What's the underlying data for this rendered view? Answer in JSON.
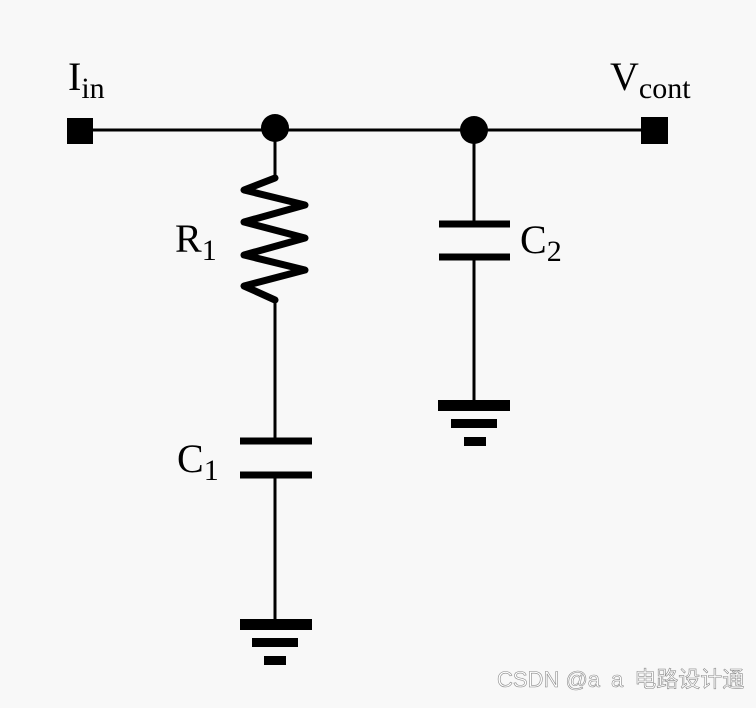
{
  "labels": {
    "input": {
      "main": "I",
      "sub": "in"
    },
    "output": {
      "main": "V",
      "sub": "cont"
    },
    "r1": {
      "main": "R",
      "sub": "1"
    },
    "c1": {
      "main": "C",
      "sub": "1"
    },
    "c2": {
      "main": "C",
      "sub": "2"
    }
  },
  "watermark": "CSDN @a a 电路设计通",
  "colors": {
    "line": "#000000",
    "background": "#f8f8f8"
  }
}
